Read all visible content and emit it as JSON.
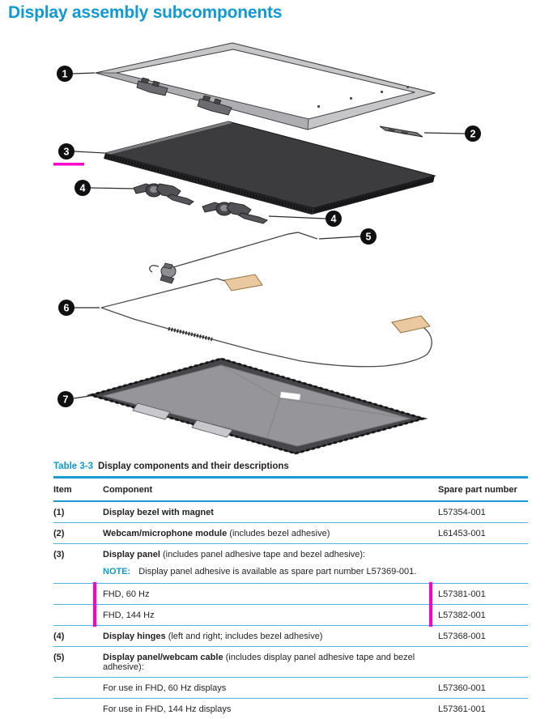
{
  "page": {
    "title": "Display assembly subcomponents"
  },
  "diagram": {
    "callouts": [
      {
        "n": "1"
      },
      {
        "n": "2"
      },
      {
        "n": "3"
      },
      {
        "n": "4"
      },
      {
        "n": "4"
      },
      {
        "n": "5"
      },
      {
        "n": "6"
      },
      {
        "n": "7"
      }
    ]
  },
  "table": {
    "caption_label": "Table 3-3",
    "caption_title": "Display components and their descriptions",
    "headers": {
      "item": "Item",
      "component": "Component",
      "part": "Spare part number"
    },
    "rows": [
      {
        "item": "(1)",
        "name": "Display bezel with magnet",
        "desc": "",
        "part": "L57354-001"
      },
      {
        "item": "(2)",
        "name": "Webcam/microphone module",
        "desc": " (includes bezel adhesive)",
        "part": "L61453-001"
      },
      {
        "item": "(3)",
        "name": "Display panel",
        "desc": " (includes panel adhesive tape and bezel adhesive):",
        "part": "",
        "note_label": "NOTE:",
        "note_text": "Display panel adhesive is available as spare part number L57369-001."
      },
      {
        "item": "",
        "name": "",
        "desc": "FHD, 60 Hz",
        "part": "L57381-001"
      },
      {
        "item": "",
        "name": "",
        "desc": "FHD, 144 Hz",
        "part": "L57382-001"
      },
      {
        "item": "(4)",
        "name": "Display hinges",
        "desc": " (left and right; includes bezel adhesive)",
        "part": "L57368-001"
      },
      {
        "item": "(5)",
        "name": "Display panel/webcam cable",
        "desc": " (includes display panel adhesive tape and bezel adhesive):",
        "part": ""
      },
      {
        "item": "",
        "name": "",
        "desc": "For use in FHD, 60 Hz displays",
        "part": "L57360-001"
      },
      {
        "item": "",
        "name": "",
        "desc": "For use in FHD, 144 Hz displays",
        "part": "L57361-001"
      }
    ]
  },
  "colors": {
    "accent_blue": "#0f9ad6",
    "rule_blue": "#1b9ad6",
    "divider_blue": "#49b4e6",
    "highlight_magenta": "#ff00cc",
    "text_dark": "#231f20"
  }
}
